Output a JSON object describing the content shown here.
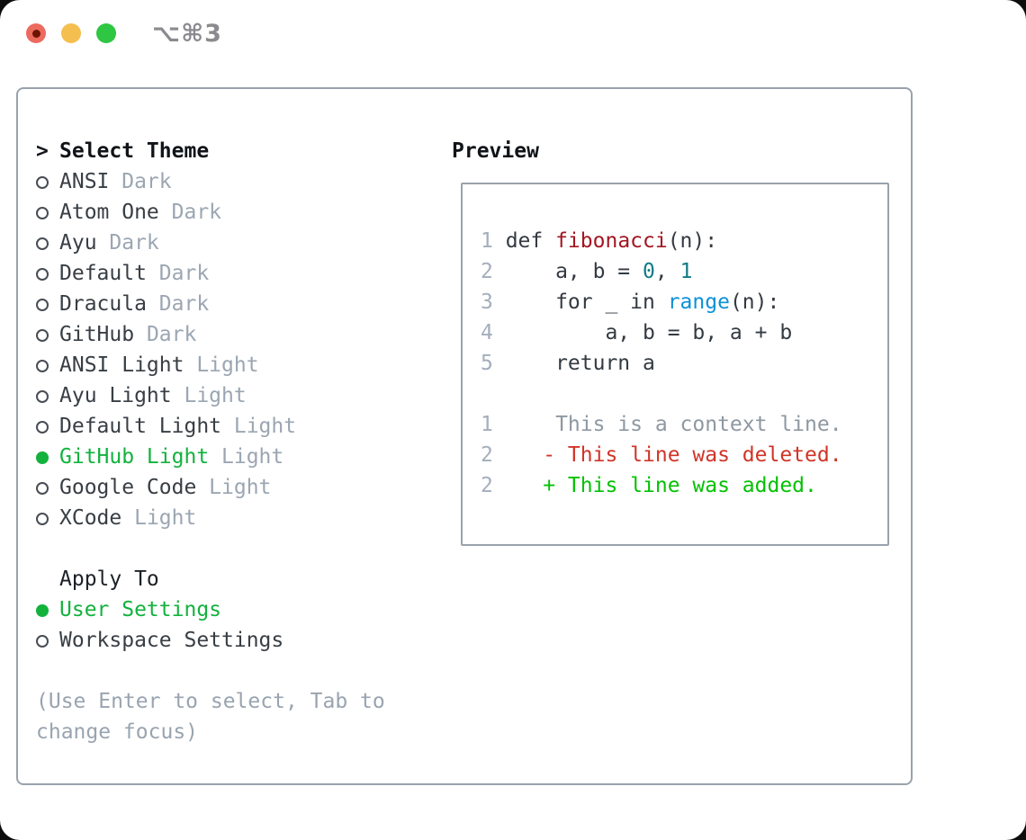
{
  "window": {
    "title": "⌥⌘3"
  },
  "traffic_lights": {
    "close_color": "#ed6a5e",
    "close_dot_color": "#6e1402",
    "minimize_color": "#f5bf4f",
    "zoom_color": "#2ec642"
  },
  "theme_picker": {
    "prompt": ">",
    "header": "Select Theme",
    "themes": [
      {
        "name": "ANSI",
        "variant": "Dark",
        "selected": false
      },
      {
        "name": "Atom One",
        "variant": "Dark",
        "selected": false
      },
      {
        "name": "Ayu",
        "variant": "Dark",
        "selected": false
      },
      {
        "name": "Default",
        "variant": "Dark",
        "selected": false
      },
      {
        "name": "Dracula",
        "variant": "Dark",
        "selected": false
      },
      {
        "name": "GitHub",
        "variant": "Dark",
        "selected": false
      },
      {
        "name": "ANSI Light",
        "variant": "Light",
        "selected": false
      },
      {
        "name": "Ayu Light",
        "variant": "Light",
        "selected": false
      },
      {
        "name": "Default Light",
        "variant": "Light",
        "selected": false
      },
      {
        "name": "GitHub Light",
        "variant": "Light",
        "selected": true
      },
      {
        "name": "Google Code",
        "variant": "Light",
        "selected": false
      },
      {
        "name": "XCode",
        "variant": "Light",
        "selected": false
      }
    ],
    "apply_to": {
      "header": "Apply To",
      "options": [
        {
          "label": "User Settings",
          "selected": true
        },
        {
          "label": "Workspace Settings",
          "selected": false
        }
      ]
    },
    "hint_lines": [
      "(Use Enter to select, Tab to",
      "change focus)"
    ]
  },
  "preview": {
    "header": "Preview",
    "lines": [
      {
        "num": "1",
        "segments": [
          {
            "text": "def ",
            "style": "code"
          },
          {
            "text": "fibonacci",
            "style": "function"
          },
          {
            "text": "(n):",
            "style": "code"
          }
        ]
      },
      {
        "num": "2",
        "segments": [
          {
            "text": "    a, b = ",
            "style": "code"
          },
          {
            "text": "0",
            "style": "number"
          },
          {
            "text": ", ",
            "style": "code"
          },
          {
            "text": "1",
            "style": "number"
          }
        ]
      },
      {
        "num": "3",
        "segments": [
          {
            "text": "    for _ in ",
            "style": "code"
          },
          {
            "text": "range",
            "style": "builtin"
          },
          {
            "text": "(n):",
            "style": "code"
          }
        ]
      },
      {
        "num": "4",
        "segments": [
          {
            "text": "        a, b = b, a + b",
            "style": "code"
          }
        ]
      },
      {
        "num": "5",
        "segments": [
          {
            "text": "    return a",
            "style": "code"
          }
        ]
      },
      {
        "num": "",
        "segments": []
      },
      {
        "num": "1",
        "segments": [
          {
            "text": "    This is a context line.",
            "style": "context"
          }
        ]
      },
      {
        "num": "2",
        "segments": [
          {
            "text": "   - This line was deleted.",
            "style": "deleted"
          }
        ]
      },
      {
        "num": "2",
        "segments": [
          {
            "text": "   + This line was added.",
            "style": "added"
          }
        ]
      }
    ]
  },
  "colors": {
    "accent_green": "#12b23d",
    "diff_added": "#04c104",
    "diff_deleted": "#d13428",
    "function_red": "#a31621",
    "number_teal": "#0f7b85",
    "builtin_blue": "#0d90d9",
    "muted_gray": "#9ba6b2",
    "line_number_gray": "#a4aebc",
    "border_gray": "#99a2ac"
  }
}
